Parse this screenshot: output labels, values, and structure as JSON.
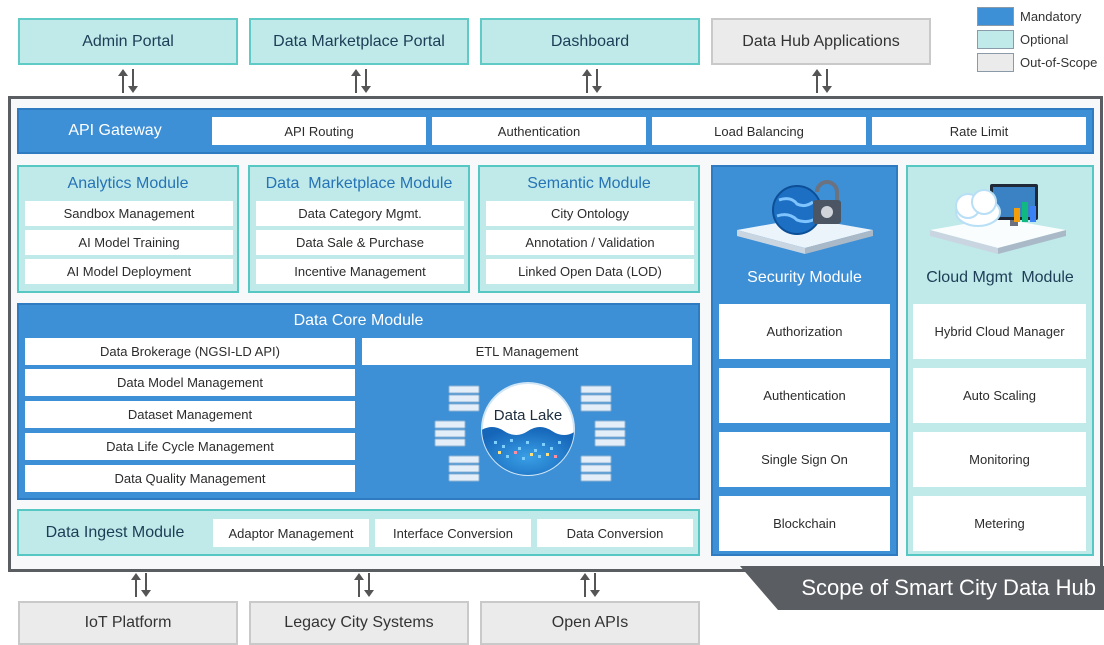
{
  "colors": {
    "mandatory": "#3d8fd6",
    "optional": "#bfeae9",
    "out_of_scope": "#ebebeb",
    "frame": "#5a5e63",
    "title_blue": "#2673b6"
  },
  "legend": {
    "mandatory": "Mandatory",
    "optional": "Optional",
    "out_of_scope": "Out-of-Scope"
  },
  "top_boxes": {
    "admin_portal": "Admin Portal",
    "data_marketplace_portal": "Data Marketplace Portal",
    "dashboard": "Dashboard",
    "data_hub_applications": "Data Hub Applications"
  },
  "api_gateway": {
    "title": "API Gateway",
    "items": [
      "API Routing",
      "Authentication",
      "Load Balancing",
      "Rate Limit"
    ]
  },
  "analytics": {
    "title": "Analytics Module",
    "items": [
      "Sandbox Management",
      "AI Model Training",
      "AI Model Deployment"
    ]
  },
  "marketplace": {
    "title": "Data  Marketplace Module",
    "items": [
      "Data Category Mgmt.",
      "Data Sale & Purchase",
      "Incentive Management"
    ]
  },
  "semantic": {
    "title": "Semantic Module",
    "items": [
      "City Ontology",
      "Annotation / Validation",
      "Linked Open Data (LOD)"
    ]
  },
  "data_core": {
    "title": "Data Core Module",
    "items": [
      "Data Brokerage (NGSI-LD API)",
      "Data Model Management",
      "Dataset Management",
      "Data Life Cycle Management",
      "Data Quality Management"
    ],
    "etl": "ETL Management",
    "data_lake": "Data Lake"
  },
  "ingest": {
    "title": "Data Ingest Module",
    "items": [
      "Adaptor Management",
      "Interface Conversion",
      "Data Conversion"
    ]
  },
  "security": {
    "title": "Security Module",
    "icon": "globe-lock-icon",
    "items": [
      "Authorization",
      "Authentication",
      "Single Sign On",
      "Blockchain"
    ]
  },
  "cloud": {
    "title": "Cloud Mgmt  Module",
    "icon": "cloud-monitor-icon",
    "items": [
      "Hybrid Cloud Manager",
      "Auto Scaling",
      "Monitoring",
      "Metering"
    ]
  },
  "scope_label": "Scope of Smart City Data Hub",
  "bottom_boxes": {
    "iot_platform": "IoT Platform",
    "legacy_city_systems": "Legacy City Systems",
    "open_apis": "Open APIs"
  }
}
